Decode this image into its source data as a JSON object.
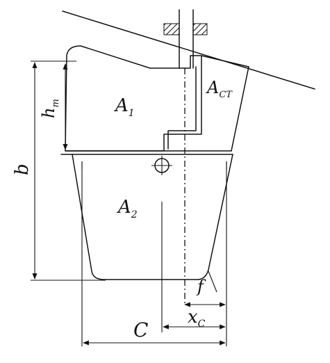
{
  "labels": {
    "a1": "A",
    "a1_sub": "1",
    "a2": "A",
    "a2_sub": "2",
    "act": "A",
    "act_sub": "CT",
    "hm": "h",
    "hm_sub": "m",
    "b": "b",
    "f": "f",
    "xc": "x",
    "xc_sub": "C",
    "c": "C"
  },
  "colors": {
    "ink": "#111111",
    "background": "#ffffff"
  }
}
